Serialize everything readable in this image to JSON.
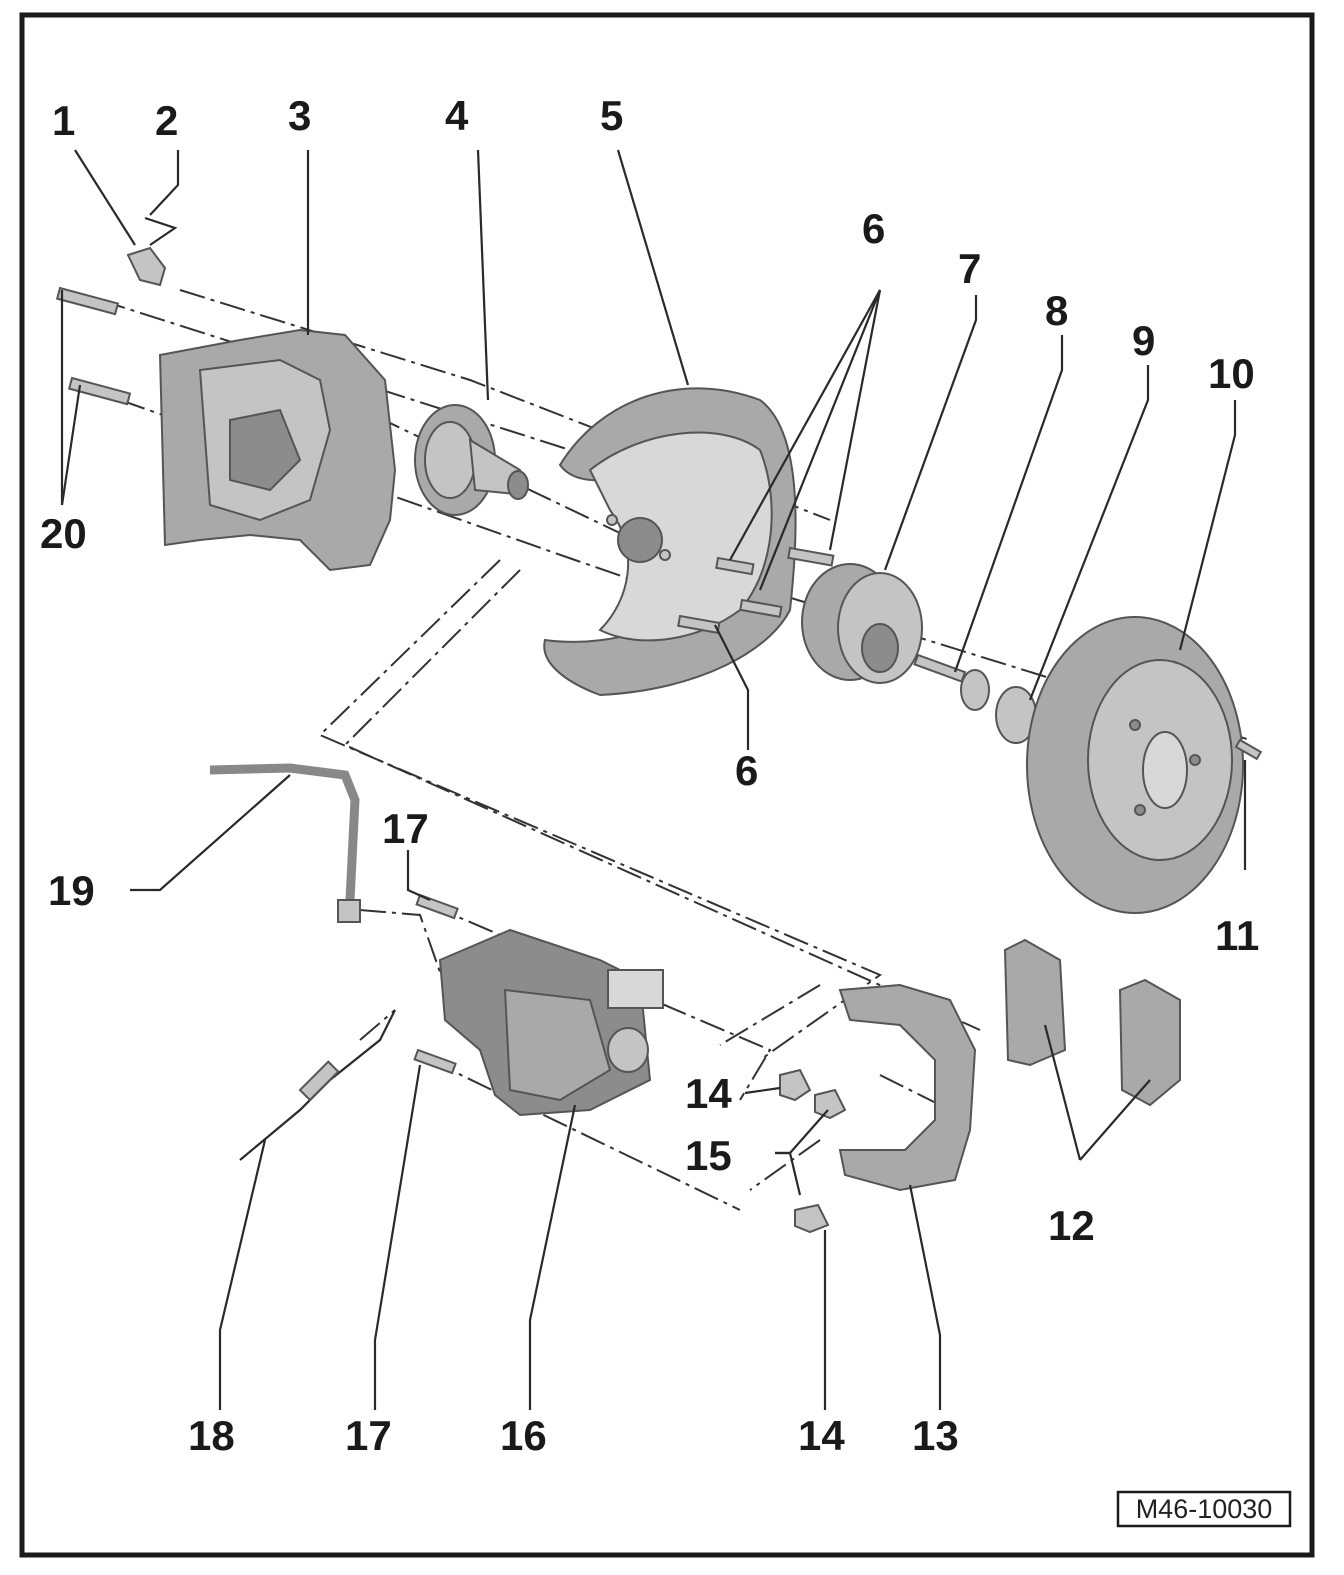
{
  "figure": {
    "reference_code": "M46-10030"
  },
  "callouts": [
    {
      "id": "c1",
      "label": "1"
    },
    {
      "id": "c2",
      "label": "2"
    },
    {
      "id": "c3",
      "label": "3"
    },
    {
      "id": "c4",
      "label": "4"
    },
    {
      "id": "c5",
      "label": "5"
    },
    {
      "id": "c6a",
      "label": "6"
    },
    {
      "id": "c6b",
      "label": "6"
    },
    {
      "id": "c7",
      "label": "7"
    },
    {
      "id": "c8",
      "label": "8"
    },
    {
      "id": "c9",
      "label": "9"
    },
    {
      "id": "c10",
      "label": "10"
    },
    {
      "id": "c11",
      "label": "11"
    },
    {
      "id": "c12",
      "label": "12"
    },
    {
      "id": "c13",
      "label": "13"
    },
    {
      "id": "c14a",
      "label": "14"
    },
    {
      "id": "c14b",
      "label": "14"
    },
    {
      "id": "c15",
      "label": "15"
    },
    {
      "id": "c16",
      "label": "16"
    },
    {
      "id": "c17a",
      "label": "17"
    },
    {
      "id": "c17b",
      "label": "17"
    },
    {
      "id": "c18",
      "label": "18"
    },
    {
      "id": "c19",
      "label": "19"
    },
    {
      "id": "c20",
      "label": "20"
    }
  ]
}
